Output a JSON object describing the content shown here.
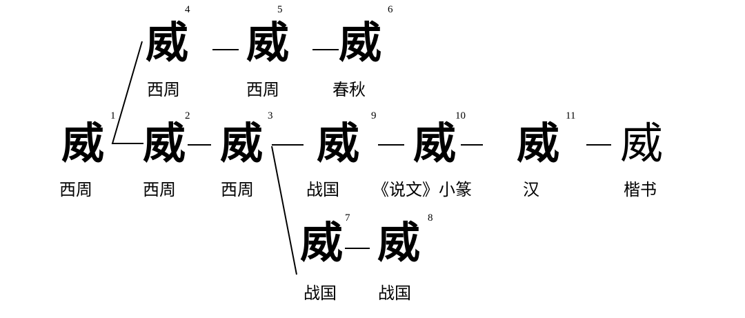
{
  "title": "威 character evolution",
  "top_row": [
    {
      "num": "4",
      "glyph": "威",
      "period": "西周"
    },
    {
      "num": "5",
      "glyph": "威",
      "period": "西周"
    },
    {
      "num": "6",
      "glyph": "威",
      "period": "春秋"
    }
  ],
  "middle_row": [
    {
      "num": "1",
      "glyph": "威",
      "period": "西周"
    },
    {
      "num": "2",
      "glyph": "威",
      "period": "西周"
    },
    {
      "num": "3",
      "glyph": "威",
      "period": "西周"
    },
    {
      "num": "9",
      "glyph": "威",
      "period": "战国"
    },
    {
      "num": "10",
      "glyph": "威",
      "period": "《说文》小篆"
    },
    {
      "num": "11",
      "glyph": "威",
      "period": "汉"
    },
    {
      "num": "",
      "glyph": "威",
      "period": "楷书"
    }
  ],
  "bottom_row": [
    {
      "num": "7",
      "glyph": "威",
      "period": "战国"
    },
    {
      "num": "8",
      "glyph": "威",
      "period": "战国"
    }
  ]
}
